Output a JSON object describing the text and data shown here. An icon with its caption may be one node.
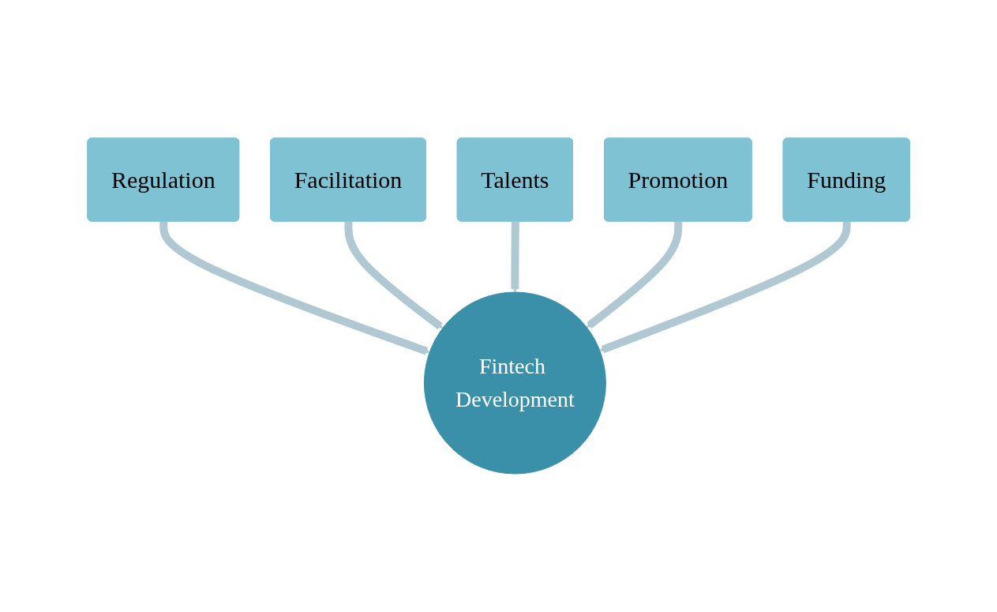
{
  "diagram": {
    "nodes": [
      {
        "text": [
          "Regulation"
        ]
      },
      {
        "text": [
          "Facilitation"
        ]
      },
      {
        "text": [
          "Talents"
        ]
      },
      {
        "text": [
          "Promotion"
        ]
      },
      {
        "text": [
          "Fintech Development"
        ]
      },
      {
        "text": [
          "Funding"
        ]
      }
    ],
    "edges": [
      {
        "from": 0,
        "to": 4,
        "arrow": "to"
      },
      {
        "from": 1,
        "to": 4,
        "arrow": "to"
      },
      {
        "from": 2,
        "to": 4,
        "arrow": "to"
      },
      {
        "from": 3,
        "to": 4,
        "arrow": "to"
      },
      {
        "from": 5,
        "to": 4,
        "arrow": "to"
      }
    ]
  }
}
